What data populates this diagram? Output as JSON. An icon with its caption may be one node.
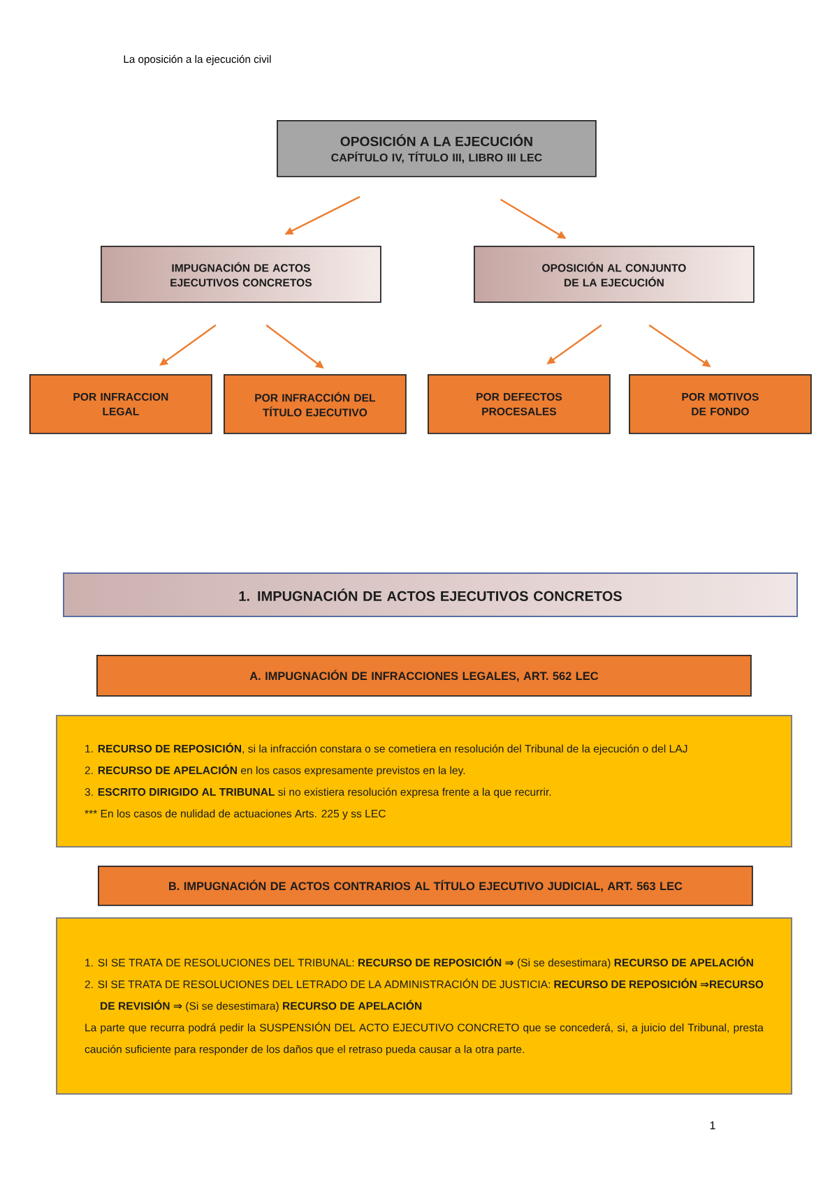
{
  "diagram": {
    "nodes": [
      {
        "text": [
          "OPOSICIÓN A LA EJECUCIÓN",
          "CAPÍTULO IV, TÍTULO III, LIBRO III LEC"
        ]
      },
      {
        "text": [
          "IMPUGNACIÓN DE ACTOS EJECUTIVOS CONCRETOS"
        ]
      },
      {
        "text": [
          "OPOSICIÓN AL CONJUNTO DE LA EJECUCIÓN"
        ]
      },
      {
        "text": [
          "POR INFRACCION LEGAL"
        ]
      },
      {
        "text": [
          "POR INFRACCIÓN DEL TÍTULO EJECUTIVO"
        ]
      },
      {
        "text": [
          "POR DEFECTOS PROCESALES"
        ]
      },
      {
        "text": [
          "POR MOTIVOS DE FONDO"
        ]
      },
      {
        "text": [
          "1. IMPUGNACIÓN DE ACTOS EJECUTIVOS CONCRETOS"
        ]
      },
      {
        "text": [
          "A. IMPUGNACIÓN DE INFRACCIONES LEGALES, ART. 562 LEC"
        ]
      },
      {
        "text": [
          "1. **RECURSO DE REPOSICIÓN**, si la infracción constara o se cometiera en resolución del Tribunal de la ejecución o del LAJ",
          "2. **RECURSO DE APELACIÓN** en los casos expresamente previstos en la ley.",
          "3. **ESCRITO DIRIGIDO AL TRIBUNAL** si no existiera resolución expresa frente a la que recurrir.",
          "*** En los casos de nulidad de actuaciones Arts. 225 y ss LEC"
        ]
      },
      {
        "text": [
          "B. IMPUGNACIÓN DE ACTOS CONTRARIOS AL TÍTULO EJECUTIVO JUDICIAL, ART. 563 LEC"
        ]
      },
      {
        "text": [
          "1. SI SE TRATA DE RESOLUCIONES DEL TRIBUNAL: **RECURSO DE REPOSICIÓN ⇒** (Si se desestimara) **RECURSO DE APELACIÓN**",
          "2. SI SE TRATA DE RESOLUCIONES DEL LETRADO DE LA ADMINISTRACIÓN DE JUSTICIA: **RECURSO DE REPOSICIÓN ⇒RECURSO DE REVISIÓN ⇒** (Si se desestimara) **RECURSO DE APELACIÓN**",
          "La parte que recurra podrá pedir la SUSPENSIÓN DEL ACTO EJECUTIVO CONCRETO que se concederá, si, a juicio del Tribunal, presta caución suficiente para responder de los daños que el retraso pueda causar a la otra parte."
        ]
      }
    ],
    "edges": [
      {
        "from": 0,
        "to": 1,
        "arrow": "to"
      },
      {
        "from": 0,
        "to": 2,
        "arrow": "to"
      },
      {
        "from": 1,
        "to": 3,
        "arrow": "to"
      },
      {
        "from": 1,
        "to": 4,
        "arrow": "to"
      },
      {
        "from": 2,
        "to": 5,
        "arrow": "to"
      },
      {
        "from": 2,
        "to": 6,
        "arrow": "to"
      }
    ],
    "labels": [
      "La oposición a la ejecución civil",
      "1"
    ]
  }
}
